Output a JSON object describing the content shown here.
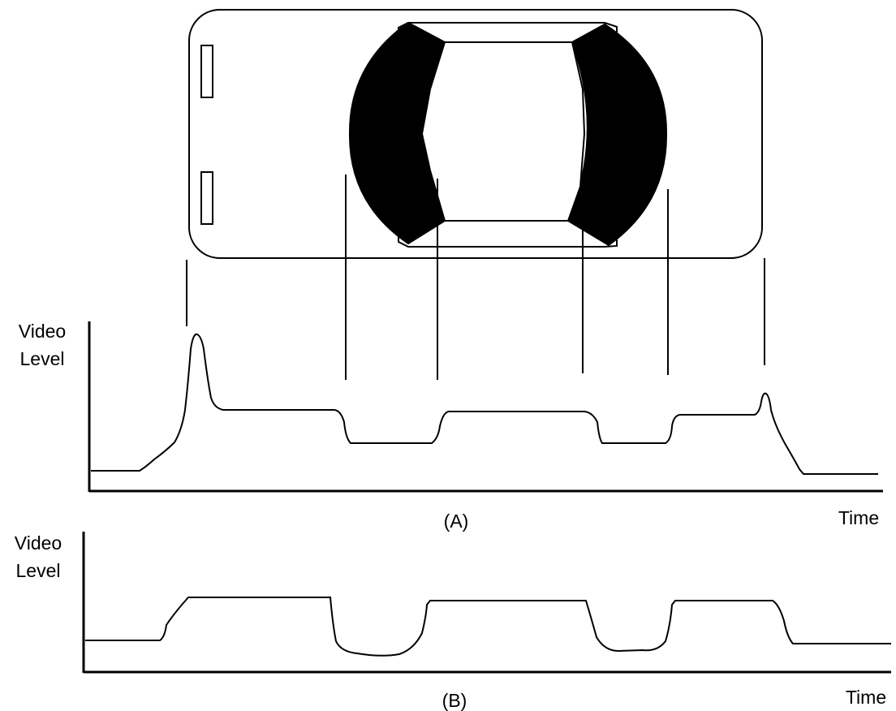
{
  "diagram": {
    "colors": {
      "ink": "#000000",
      "paper": "#ffffff"
    },
    "car": {
      "description_label": ""
    },
    "plot_a": {
      "ylabel_line1": "Video",
      "ylabel_line2": "Level",
      "xlabel": "Time",
      "caption": "(A)"
    },
    "plot_b": {
      "ylabel_line1": "Video",
      "ylabel_line2": "Level",
      "xlabel": "Time",
      "caption": "(B)"
    }
  }
}
